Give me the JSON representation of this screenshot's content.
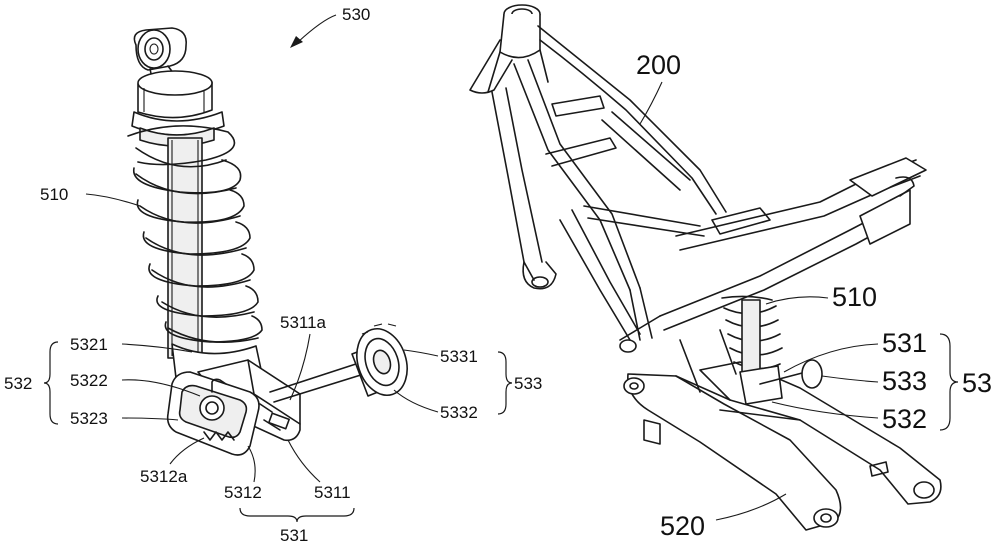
{
  "left_figure": {
    "assembly_ref": "530",
    "labels": {
      "spring": "510",
      "l5321": "5321",
      "l5322": "5322",
      "l5323": "5323",
      "group532": "532",
      "l5311a": "5311a",
      "l5331": "5331",
      "l5332": "5332",
      "group533": "533",
      "l5312a": "5312a",
      "l5312": "5312",
      "l5311": "5311",
      "group531": "531"
    }
  },
  "right_figure": {
    "labels": {
      "frame": "200",
      "shock": "510",
      "l531": "531",
      "l533": "533",
      "l532": "532",
      "group53": "53",
      "swingarm": "520"
    }
  }
}
